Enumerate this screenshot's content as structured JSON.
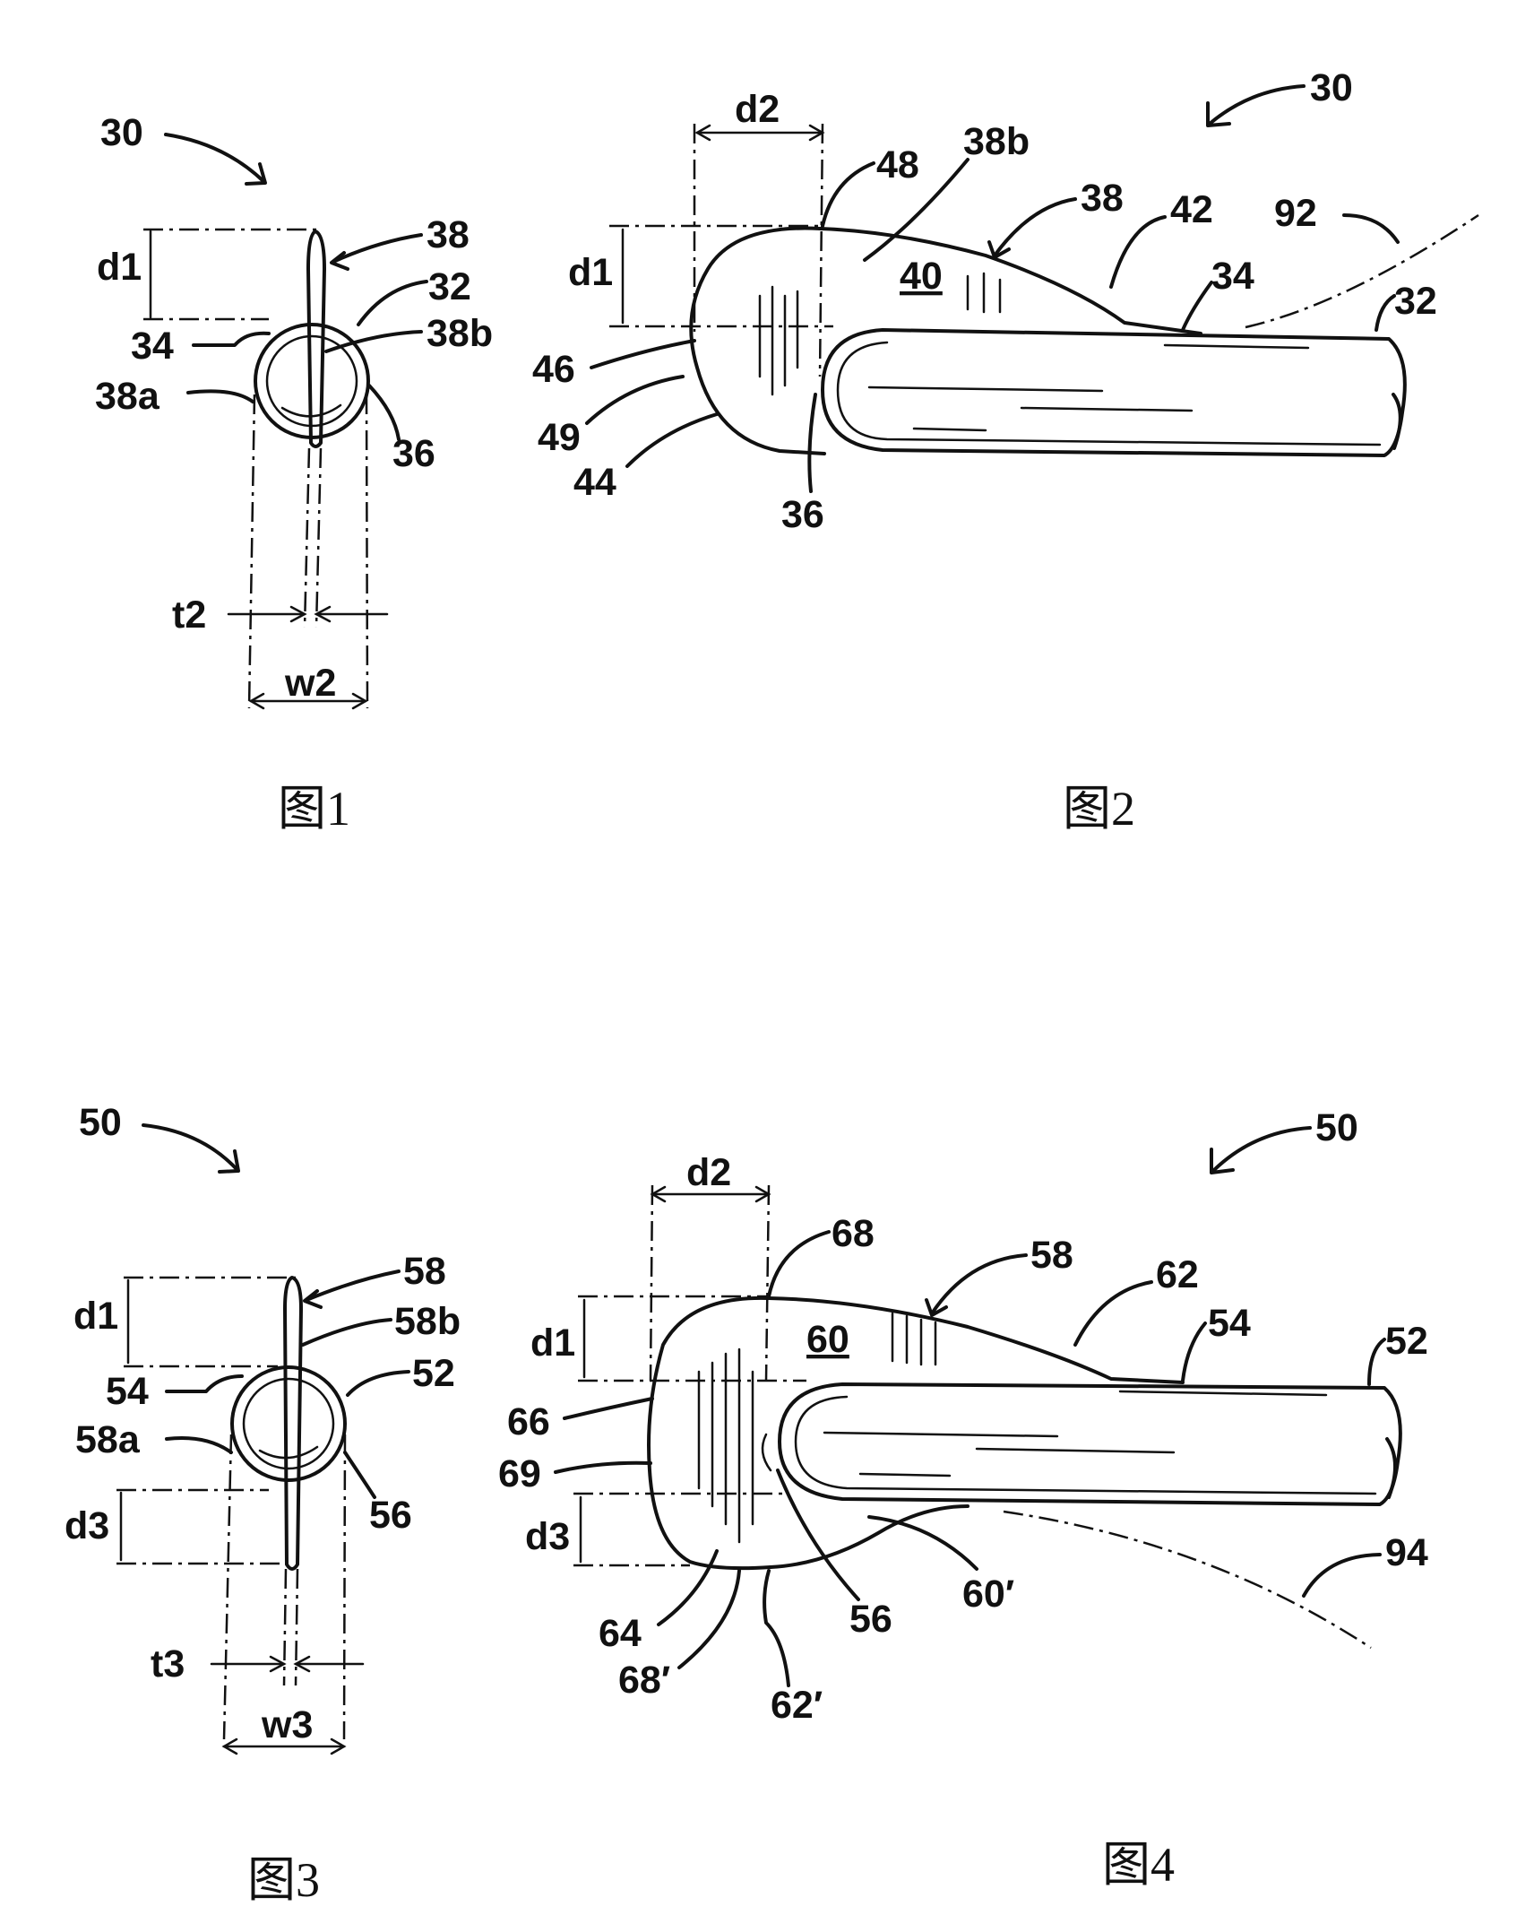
{
  "figures": [
    {
      "caption": "图1",
      "labels": {
        "assembly": "30",
        "fin": "38",
        "shaft": "32",
        "edge_34": "34",
        "side_38b": "38b",
        "side_38a": "38a",
        "end_36": "36",
        "height": "d1",
        "thickness": "t2",
        "width": "w2"
      }
    },
    {
      "caption": "图2",
      "labels": {
        "assembly": "30",
        "d2": "d2",
        "d1": "d1",
        "edge_48": "48",
        "side_38b": "38b",
        "fin": "38",
        "curve_42": "42",
        "face_40": "40",
        "edge_34": "34",
        "line_92": "92",
        "shaft": "32",
        "edge_46": "46",
        "edge_49": "49",
        "edge_44": "44",
        "end_36": "36"
      }
    },
    {
      "caption": "图3",
      "labels": {
        "assembly": "50",
        "fin": "58",
        "side_58b": "58b",
        "edge_54": "54",
        "shaft": "52",
        "side_58a": "58a",
        "end_56": "56",
        "height_d1": "d1",
        "height_d3": "d3",
        "thickness": "t3",
        "width": "w3"
      }
    },
    {
      "caption": "图4",
      "labels": {
        "assembly": "50",
        "d2": "d2",
        "edge_68": "68",
        "fin": "58",
        "curve_62": "62",
        "edge_54": "54",
        "shaft": "52",
        "d1": "d1",
        "face_60": "60",
        "edge_66": "66",
        "edge_69": "69",
        "d3": "d3",
        "edge_64": "64",
        "edge_68p": "68′",
        "curve_62p": "62′",
        "end_56": "56",
        "face_60p": "60′",
        "line_94": "94"
      }
    }
  ]
}
